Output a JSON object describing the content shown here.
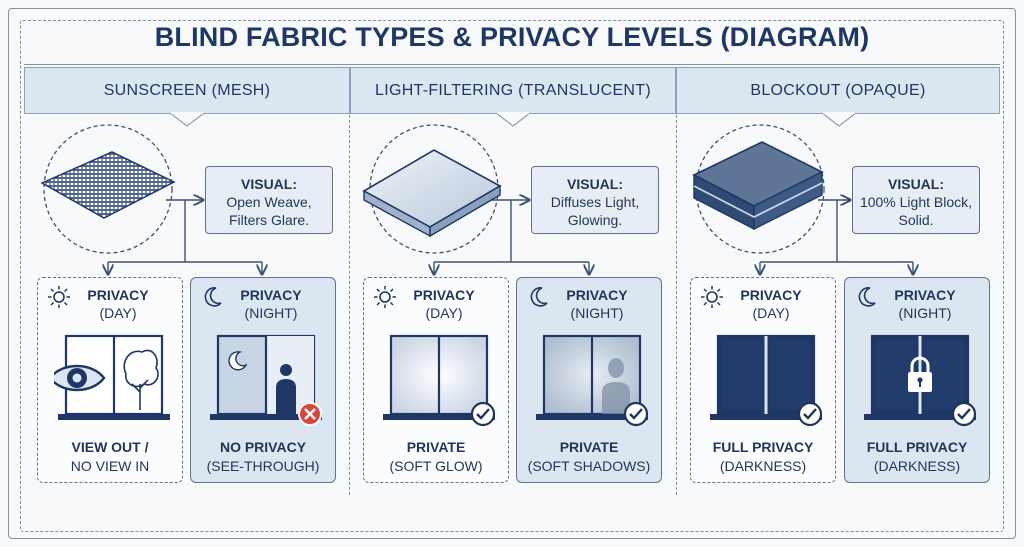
{
  "title": "BLIND FABRIC TYPES & PRIVACY LEVELS (DIAGRAM)",
  "visual_heading": "VISUAL:",
  "columns": [
    {
      "header": "SUNSCREEN (MESH)",
      "visual_line1": "Open Weave,",
      "visual_line2": "Filters Glare.",
      "day": {
        "heading": "PRIVACY",
        "sub": "(DAY)",
        "result": "VIEW OUT /",
        "result2": "NO VIEW IN"
      },
      "night": {
        "heading": "PRIVACY",
        "sub": "(NIGHT)",
        "result": "NO PRIVACY",
        "result2": "(SEE-THROUGH)"
      }
    },
    {
      "header": "LIGHT-FILTERING (TRANSLUCENT)",
      "visual_line1": "Diffuses Light,",
      "visual_line2": "Glowing.",
      "day": {
        "heading": "PRIVACY",
        "sub": "(DAY)",
        "result": "PRIVATE",
        "result2": "(SOFT GLOW)"
      },
      "night": {
        "heading": "PRIVACY",
        "sub": "(NIGHT)",
        "result": "PRIVATE",
        "result2": "(SOFT SHADOWS)"
      }
    },
    {
      "header": "BLOCKOUT (OPAQUE)",
      "visual_line1": "100% Light Block,",
      "visual_line2": "Solid.",
      "day": {
        "heading": "PRIVACY",
        "sub": "(DAY)",
        "result": "FULL PRIVACY",
        "result2": "(DARKNESS)"
      },
      "night": {
        "heading": "PRIVACY",
        "sub": "(NIGHT)",
        "result": "FULL PRIVACY",
        "result2": "(DARKNESS)"
      }
    }
  ],
  "colors": {
    "navy": "#1e3766",
    "panel": "#dce6f0",
    "line": "#5d7391",
    "check": "#1f3559",
    "cross": "#d9453b"
  },
  "icons": [
    "fabric-swatch-icon",
    "sun-icon",
    "moon-icon",
    "eye-icon",
    "tree-icon",
    "person-icon",
    "cross-icon",
    "check-icon",
    "lock-icon"
  ]
}
